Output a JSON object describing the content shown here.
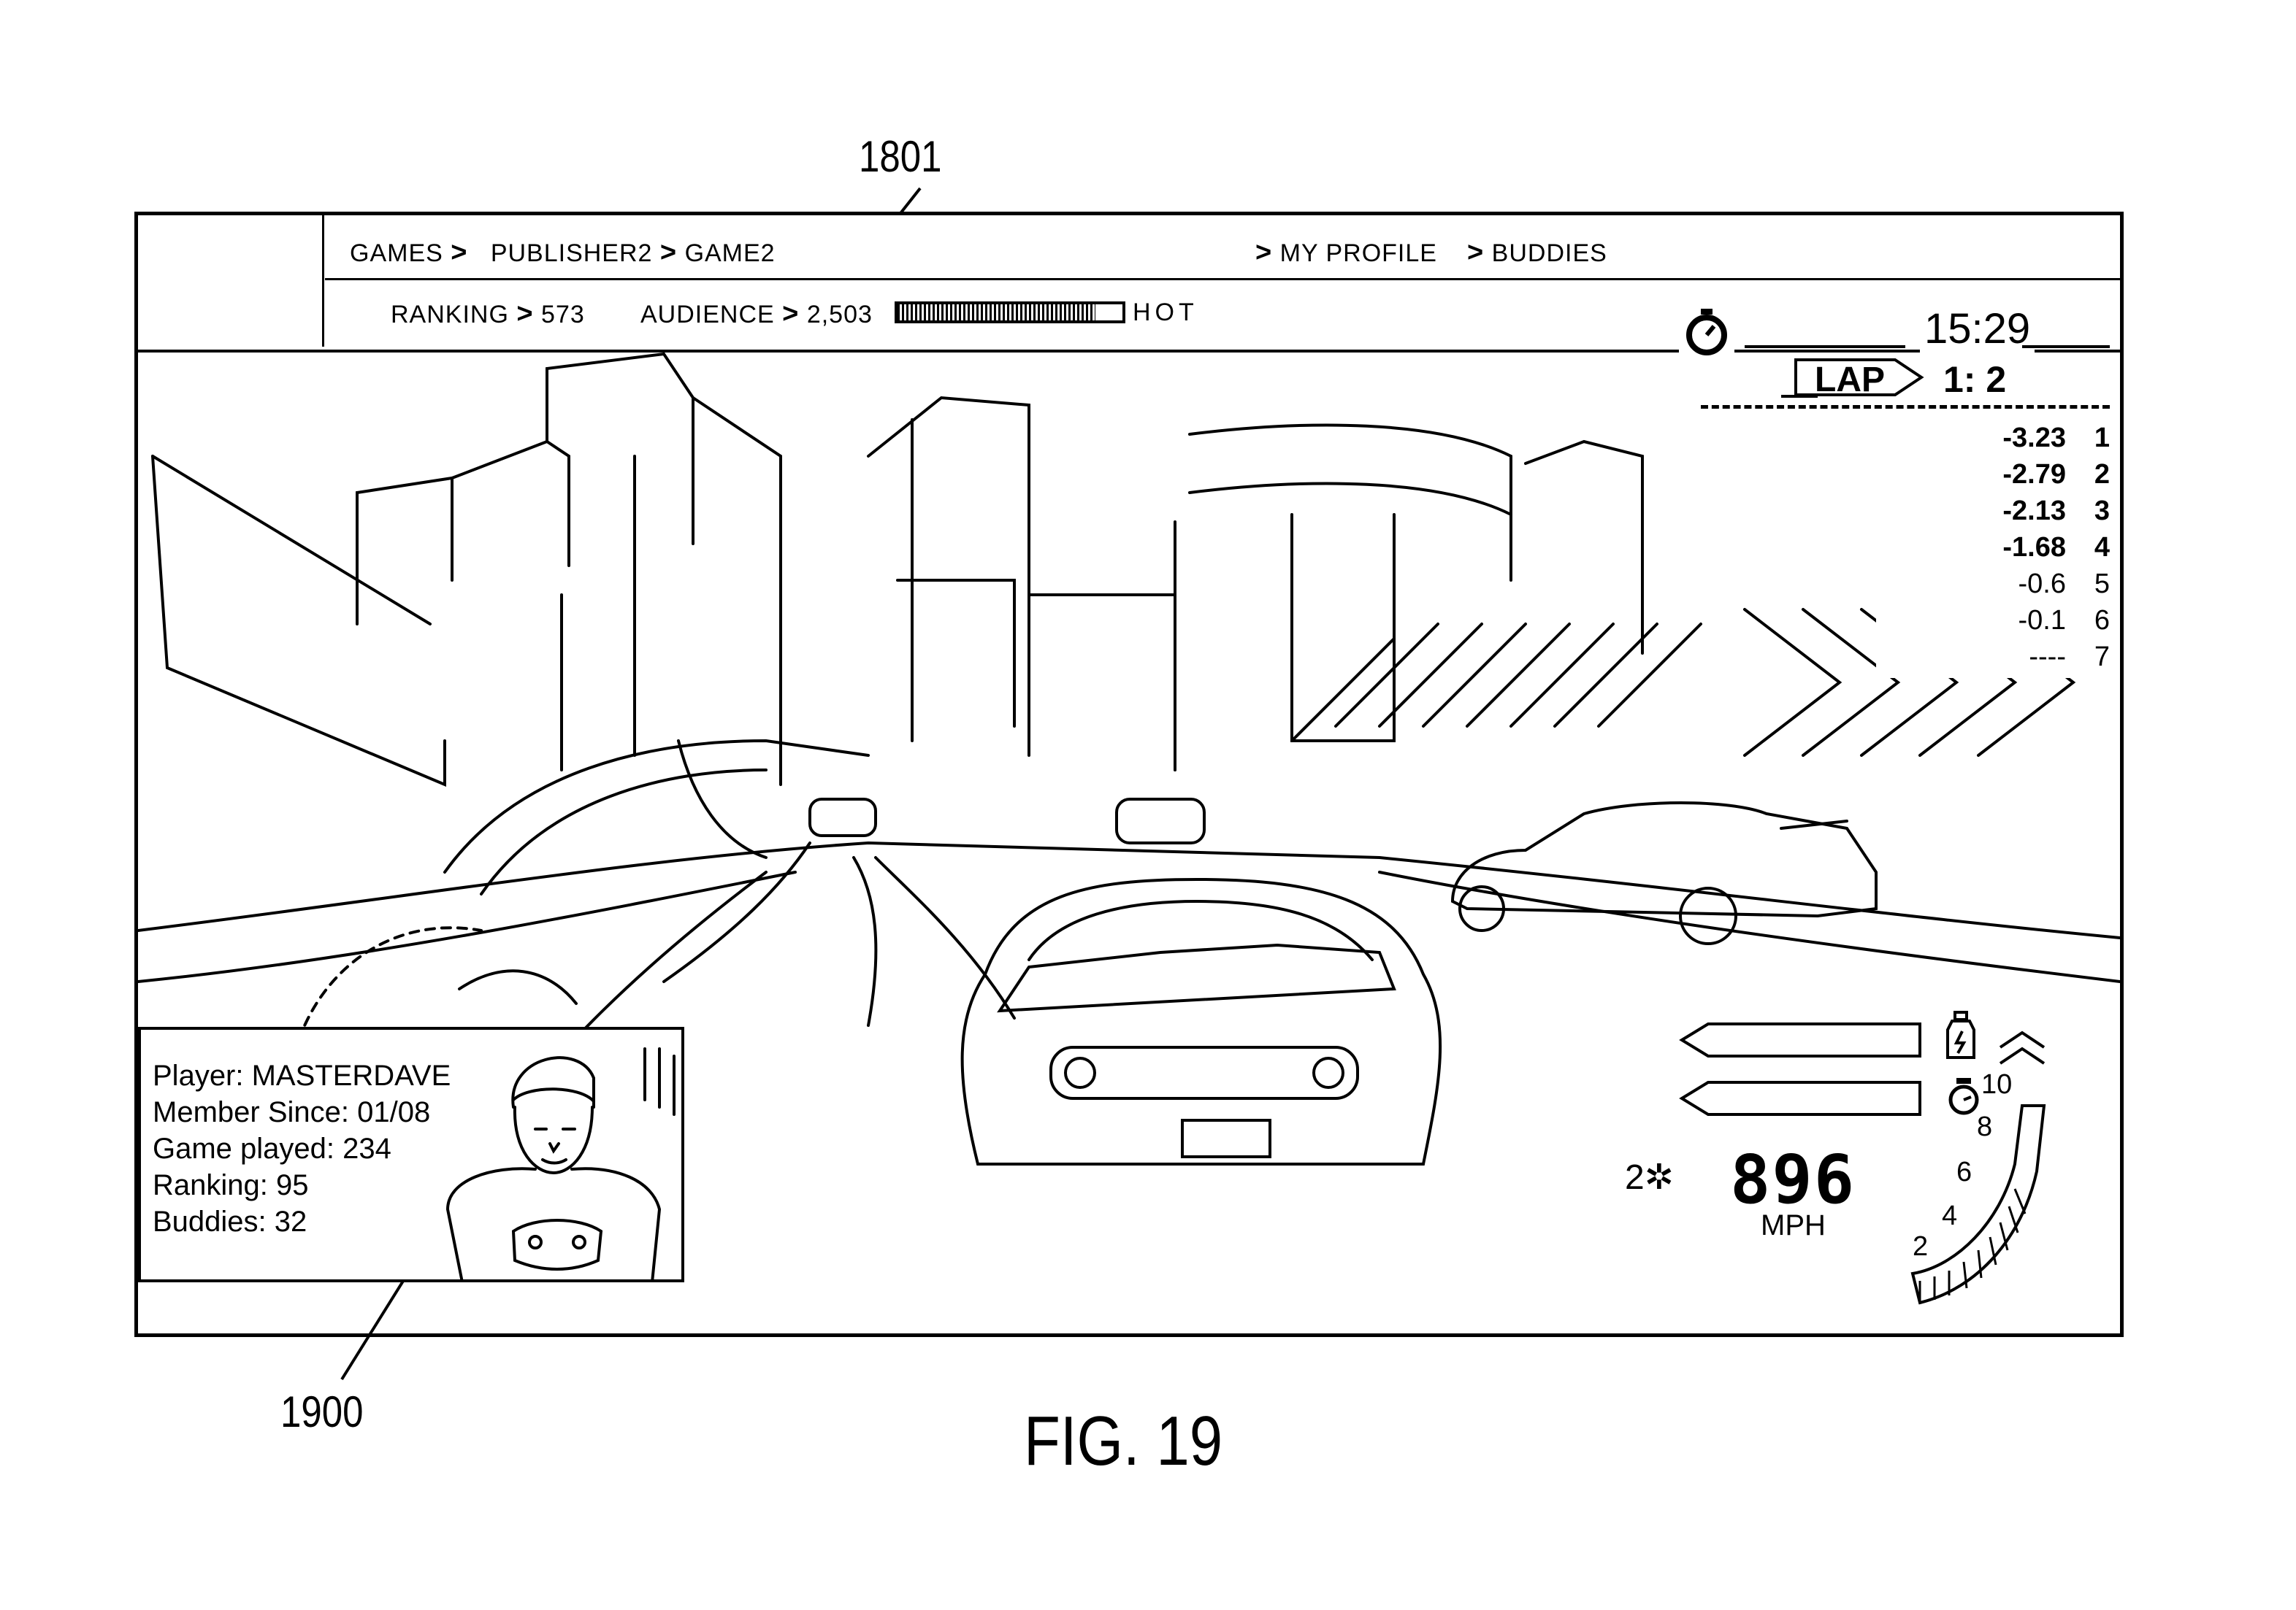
{
  "figure": {
    "caption": "FIG. 19",
    "reference_top": "1801",
    "reference_bottom": "1900"
  },
  "nav": {
    "breadcrumb": [
      "GAMES",
      "PUBLISHER2",
      "GAME2"
    ],
    "my_profile": "MY PROFILE",
    "buddies": "BUDDIES"
  },
  "stats": {
    "ranking_label": "RANKING",
    "ranking_value": "573",
    "audience_label": "AUDIENCE",
    "audience_value": "2,503",
    "hot_label": "HOT",
    "hot_meter_fraction": 0.88
  },
  "race_hud": {
    "timer": "15:29",
    "lap_label": "LAP",
    "lap_value": "1: 2",
    "standings": [
      {
        "delta": "-3.23",
        "pos": "1",
        "bold": true
      },
      {
        "delta": "-2.79",
        "pos": "2",
        "bold": true
      },
      {
        "delta": "-2.13",
        "pos": "3",
        "bold": true
      },
      {
        "delta": "-1.68",
        "pos": "4",
        "bold": true
      },
      {
        "delta": "-0.6",
        "pos": "5",
        "bold": false
      },
      {
        "delta": "-0.1",
        "pos": "6",
        "bold": false
      },
      {
        "delta": "----",
        "pos": "7",
        "bold": false
      }
    ],
    "gear": "2",
    "speed": "896",
    "speed_unit": "MPH",
    "tach_labels": [
      "2",
      "4",
      "6",
      "8",
      "10"
    ]
  },
  "player_panel": {
    "player": "Player: MASTERDAVE",
    "member_since": "Member Since: 01/08",
    "games_played": "Game played: 234",
    "ranking": "Ranking: 95",
    "buddies": "Buddies: 32"
  },
  "icons": {
    "stopwatch": "stopwatch-icon",
    "fuel": "fuel-bottle-icon",
    "timer": "timer-icon",
    "gear": "gear-icon",
    "chevron": "chevron-right-icon"
  }
}
